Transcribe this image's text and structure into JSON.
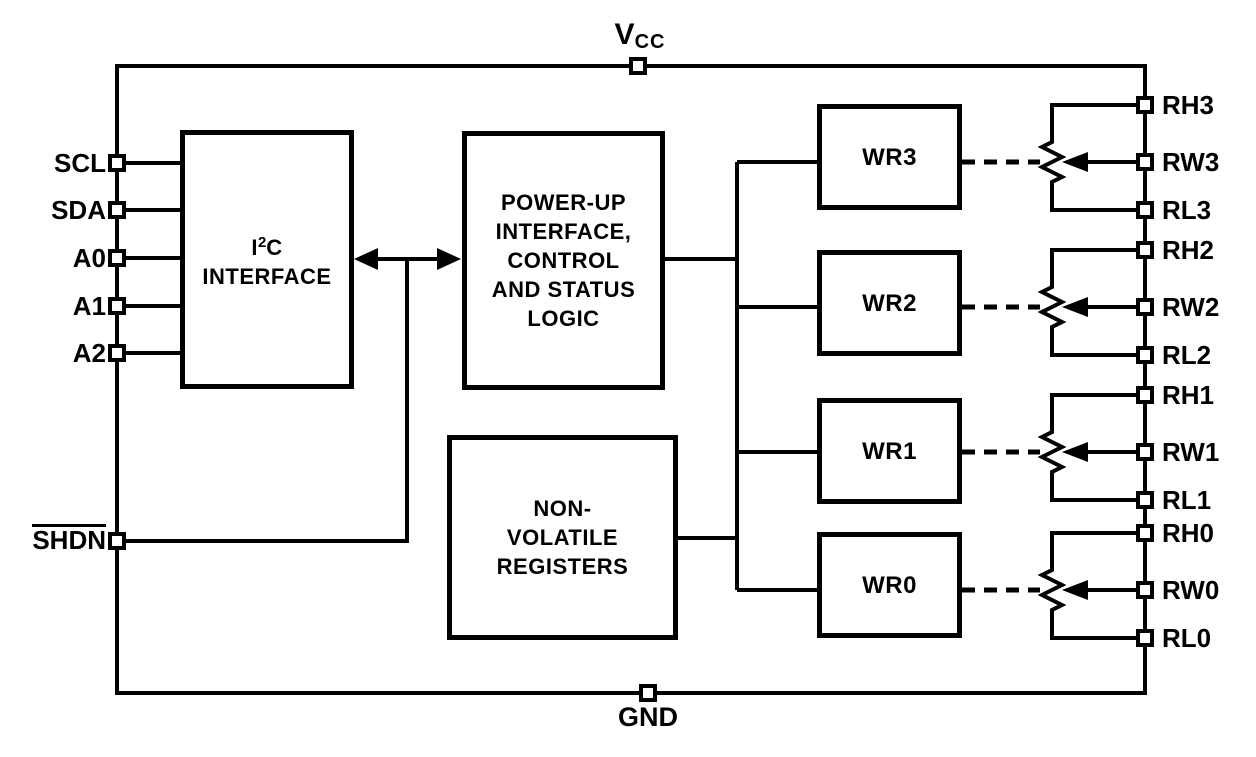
{
  "diagram": {
    "background_color": "#ffffff",
    "line_color": "#000000",
    "supply": {
      "vcc_main": "V",
      "vcc_sub": "CC",
      "gnd": "GND"
    },
    "left_pins": [
      {
        "label": "SCL",
        "overline": false
      },
      {
        "label": "SDA",
        "overline": false
      },
      {
        "label": "A0",
        "overline": false
      },
      {
        "label": "A1",
        "overline": false
      },
      {
        "label": "A2",
        "overline": false
      },
      {
        "label": "SHDN",
        "overline": true
      }
    ],
    "blocks": {
      "i2c_interface": {
        "sym_base": "I",
        "sym_sup": "2",
        "sym_end": "C",
        "line2": "INTERFACE"
      },
      "power_up": {
        "lines": [
          "POWER-UP",
          "INTERFACE,",
          "CONTROL",
          "AND STATUS",
          "LOGIC"
        ]
      },
      "nonvolatile": {
        "lines": [
          "NON-",
          "VOLATILE",
          "REGISTERS"
        ]
      },
      "wiper_registers": [
        "WR3",
        "WR2",
        "WR1",
        "WR0"
      ]
    },
    "pot_pins": [
      {
        "h": "RH3",
        "w": "RW3",
        "l": "RL3"
      },
      {
        "h": "RH2",
        "w": "RW2",
        "l": "RL2"
      },
      {
        "h": "RH1",
        "w": "RW1",
        "l": "RL1"
      },
      {
        "h": "RH0",
        "w": "RW0",
        "l": "RL0"
      }
    ]
  }
}
